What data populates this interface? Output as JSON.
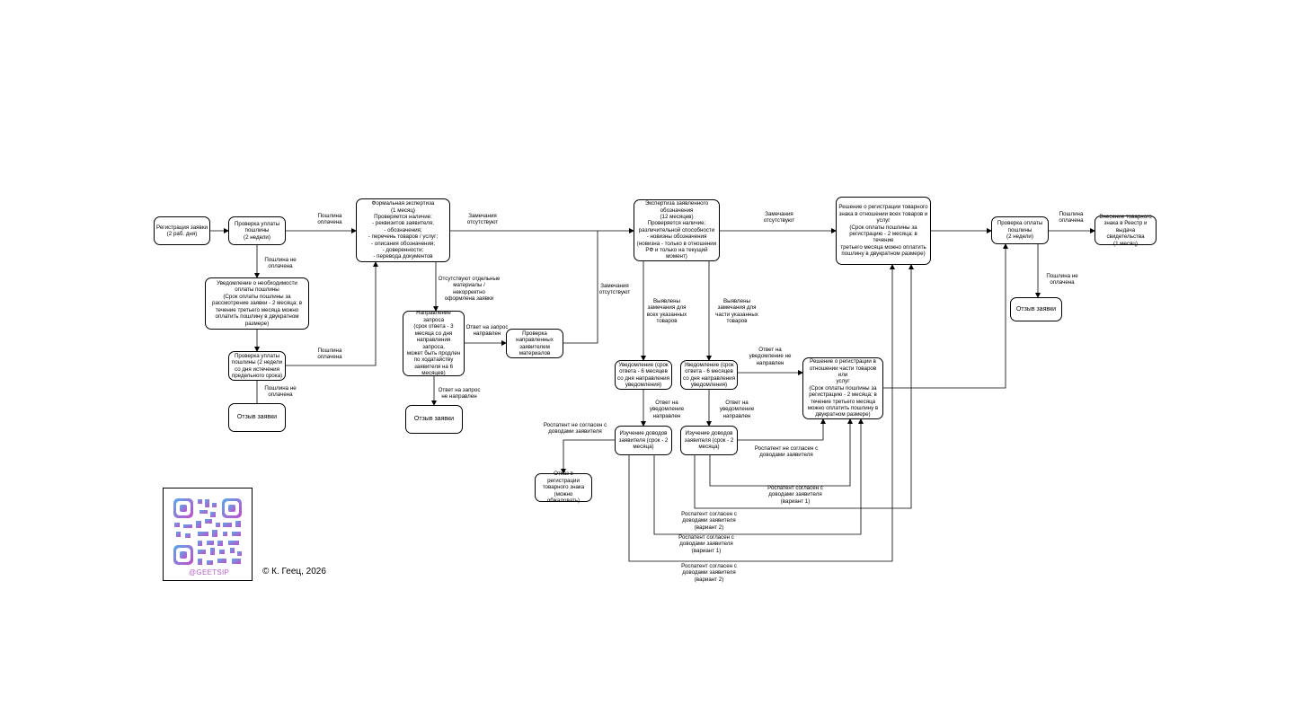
{
  "nodes": {
    "registration": "Регистрация заявки\n(2 раб. дня)",
    "check_fee_1": "Проверка уплаты\nпошлины\n(2 недели)",
    "notify_fee": "Уведомление о необходимости\nоплаты пошлины\n(Срок оплаты пошлины за\nрассмотрение заявки - 2 месяца; в\nтечение третьего месяца можно\nоплатить пошлину в двукратном\nразмере)",
    "check_fee_2": "Проверка уплаты\nпошлины (2 недели\nсо дня истечения\nпредельного срока)",
    "withdraw_1": "Отзыв заявки",
    "formal_exam": "Формальная экспертиза\n(1 месяц)\nПроверяется наличие:\n- реквизитов заявителя;\n- обозначения;\n- перечень товаров / услуг;\n- описания обозначения;\n- доверенности;\n- перевода документов",
    "request": "Направление запроса\n(срок ответа - 3\nмесяца со дня\nнаправления запроса,\nможет быть продлен\nпо ходатайству\nзаявителя на 6\nмесяцев)",
    "withdraw_2": "Отзыв заявки",
    "check_materials": "Проверка\nнаправленных\nзаявителем\nматериалов",
    "sign_exam": "Экспертиза заявленного\nобозначения\n(12 месяцев)\nПроверяется наличие:\nразличительной способности\n- новизны обозначения\n(новизна - только в отношении\nРФ и только на текущий\nмомент)",
    "notify_all": "Уведомление (срок\nответа - 6 месяцев\nсо дня направления\nуведомления)",
    "notify_part": "Уведомление (срок\nответа - 6 месяцев\nсо дня направления\nуведомления)",
    "study_1": "Изучение доводов\nзаявителя (срок - 2\nмесяца)",
    "study_2": "Изучение доводов\nзаявителя (срок - 2\nмесяца)",
    "refusal": "Отказ в регистрации\nтоварного знака\n(можно обжаловать)",
    "decision_all": "Решение о регистрации товарного\nзнака в отношении всех товаров и\nуслуг\n(Срок оплаты пошлины за\nрегистрацию - 2 месяца; в течение\nтретьего месяца можно оплатить\nпошлину в двукратном размере)",
    "decision_part": "Решение о регистрации в\nотношении части товаров или\nуслуг\n(Срок оплаты пошлины за\nрегистрацию - 2 месяца; в\nтечение третьего месяца\nможно оплатить пошлину в\nдвукратном размере)",
    "check_fee_3": "Проверка оплаты\nпошлины\n(2 недели)",
    "withdraw_3": "Отзыв заявки",
    "registry": "Внесение товарного\nзнака в Реестр и\nвыдача свидетельства\n(1 месяц)"
  },
  "labels": {
    "fee_paid_1": "Пошлина\nоплачена",
    "fee_not_paid_1": "Пошлина не\nоплачена",
    "fee_paid_2": "Пошлина\nоплачена",
    "fee_not_paid_2": "Пошлина не\nоплачена",
    "no_remarks_1": "Замечания\nотсутствуют",
    "missing_materials": "Отсутствуют отдельные\nматериалы /\nнекорректно\nоформлена заявки",
    "response_sent": "Ответ на запрос\nнаправлен",
    "response_not_sent": "Ответ на запрос\nне направлен",
    "no_remarks_2": "Замечания\nотсутствуют",
    "no_remarks_3": "Замечания\nотсутствуют",
    "remarks_all": "Выявлены\nзамечания для\nвсех указанных\nтоваров",
    "remarks_part": "Выявлены\nзамечания для\nчасти указанных\nтоваров",
    "notice_not_sent_1": "Ответ на\nуведомление\nнаправлен",
    "notice_not_sent_2": "Ответ на\nуведомление\nнаправлен",
    "notice_not_sent_3": "Ответ на\nуведомление не\nнаправлен",
    "rospatent_disagree_1": "Роспатент не согласен с\nдоводами заявителя",
    "rospatent_disagree_2": "Роспатент не согласен с\nдоводами заявителя",
    "agree_var1_a": "Роспатент согласен с\nдоводами заявителя\n(вариант 1)",
    "agree_var2_a": "Роспатент согласен с\nдоводами заявителя\n(вариант 2)",
    "agree_var1_b": "Роспатент согласен с\nдоводами заявителя\n(вариант 1)",
    "agree_var2_b": "Роспатент согласен с\nдоводами заявителя\n(вариант 2)",
    "fee_paid_3": "Пошлина\nоплачена",
    "fee_not_paid_3": "Пошлина не\nоплачена"
  },
  "footer": {
    "qr_handle": "@GEETSIP",
    "copyright": "© К. Геец, 2026"
  },
  "colors": {
    "line": "#000000",
    "qr_gradient_start": "#5aa8e8",
    "qr_gradient_end": "#c24fc8"
  }
}
